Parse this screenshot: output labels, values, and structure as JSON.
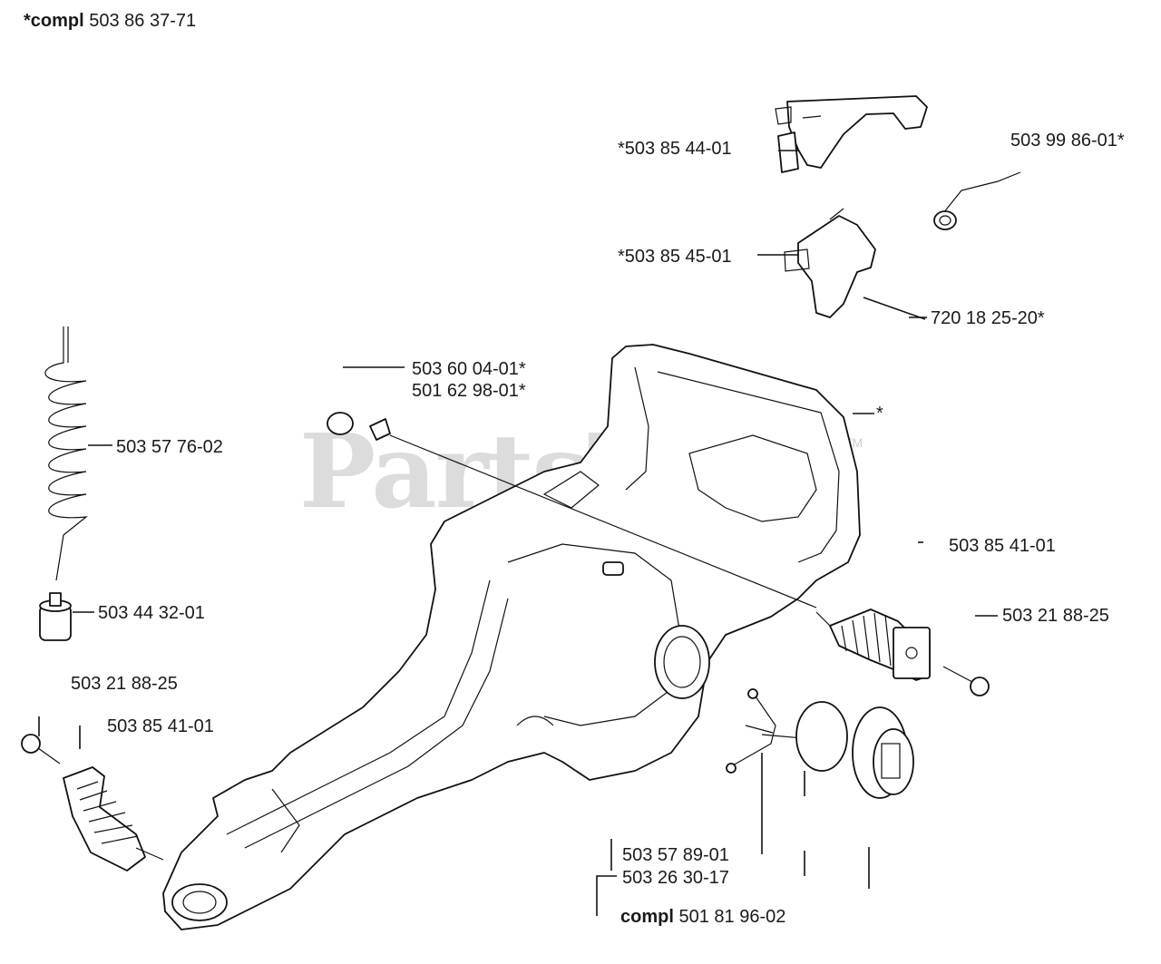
{
  "watermark": {
    "brand": "PartsTree",
    "trademark": "TM"
  },
  "header": {
    "compl_prefix": "*compl",
    "compl_number": "503 86 37-71"
  },
  "callouts": [
    {
      "id": "c1",
      "text": "*503 85 44-01"
    },
    {
      "id": "c2",
      "text": "503 99 86-01*"
    },
    {
      "id": "c3",
      "text": "*503 85 45-01"
    },
    {
      "id": "c4",
      "text": "720 18 25-20*"
    },
    {
      "id": "c5",
      "text": "503 60 04-01*"
    },
    {
      "id": "c6",
      "text": "501 62 98-01*"
    },
    {
      "id": "c7",
      "text": "503 57 76-02"
    },
    {
      "id": "c8",
      "text": "*"
    },
    {
      "id": "c9",
      "text": "503 85 41-01"
    },
    {
      "id": "c10",
      "text": "503 44 32-01"
    },
    {
      "id": "c11",
      "text": "503 21 88-25"
    },
    {
      "id": "c12",
      "text": "503 21 88-25"
    },
    {
      "id": "c13",
      "text": "503 85 41-01"
    },
    {
      "id": "c14",
      "text": "503 57 89-01"
    },
    {
      "id": "c15",
      "text": "503 26 30-17"
    }
  ],
  "footer": {
    "compl_prefix": "compl",
    "compl_number": "501 81 96-02"
  }
}
